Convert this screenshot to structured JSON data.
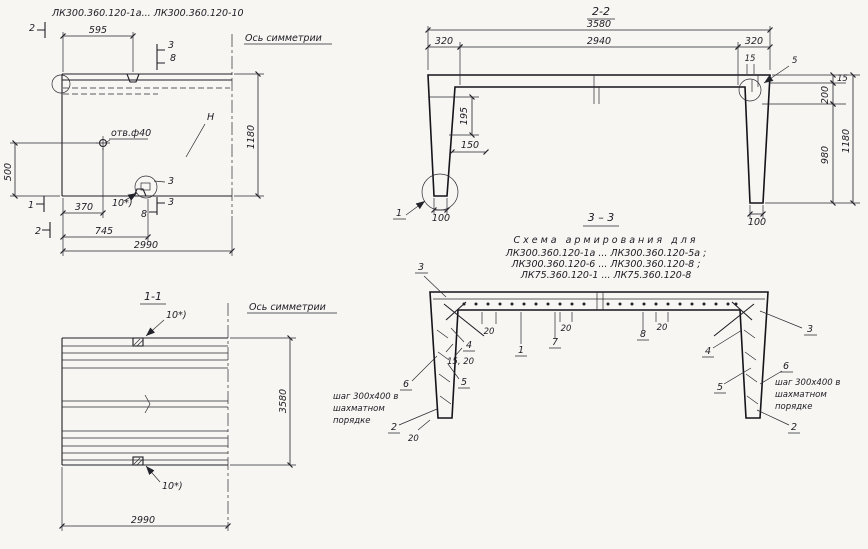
{
  "elev": {
    "title": "ЛК300.360.120-1а... ЛК300.360.120-10",
    "axis": "Ось симметрии",
    "hole": "отв.ф40",
    "n": "Н",
    "angle": "10*)",
    "d595": "595",
    "d500": "500",
    "d1180": "1180",
    "d370": "370",
    "d745": "745",
    "d2990": "2990",
    "m2a": "2",
    "m2b": "2",
    "m1a": "1",
    "m3a": "3",
    "m8a": "8",
    "m3b": "3",
    "m8b": "8",
    "m3c": "3"
  },
  "s22": {
    "title": "2-2",
    "d3580": "3580",
    "d320l": "320",
    "d2940": "2940",
    "d320r": "320",
    "d15a": "15",
    "d5": "5",
    "d15b": "15",
    "d200": "200",
    "d980": "980",
    "d1180": "1180",
    "d195": "195",
    "d150": "150",
    "d100l": "100",
    "d100r": "100",
    "m1": "1"
  },
  "s11": {
    "title": "1-1",
    "axis": "Ось симметрии",
    "angle_top": "10*)",
    "angle_bot": "10*)",
    "d3580": "3580",
    "d2990": "2990"
  },
  "s33": {
    "title": "3 – 3",
    "cap1": "Схема армирования для",
    "cap2": "ЛК300.360.120-1а ... ЛК300.360.120-5а ;",
    "cap3": "ЛК300.360.120-6 ... ЛК300.360.120-8 ;",
    "cap4": "ЛК75.360.120-1 ... ЛК75.360.120-8",
    "m3l": "3",
    "m3r": "3",
    "m4l": "4",
    "m4r": "4",
    "m5l": "5",
    "m5r": "5",
    "m6l": "6",
    "m6r": "6",
    "m1": "1",
    "m7": "7",
    "m8": "8",
    "m2l": "2",
    "m2r": "2",
    "d20a": "20",
    "d20b": "20",
    "d20c": "20",
    "d1520": "15, 20",
    "d20bot": "20",
    "note_l1": "шаг 300х400 в",
    "note_l2": "шахматном",
    "note_l3": "порядке",
    "note_r1": "шаг 300х400 в",
    "note_r2": "шахматном",
    "note_r3": "порядке"
  }
}
